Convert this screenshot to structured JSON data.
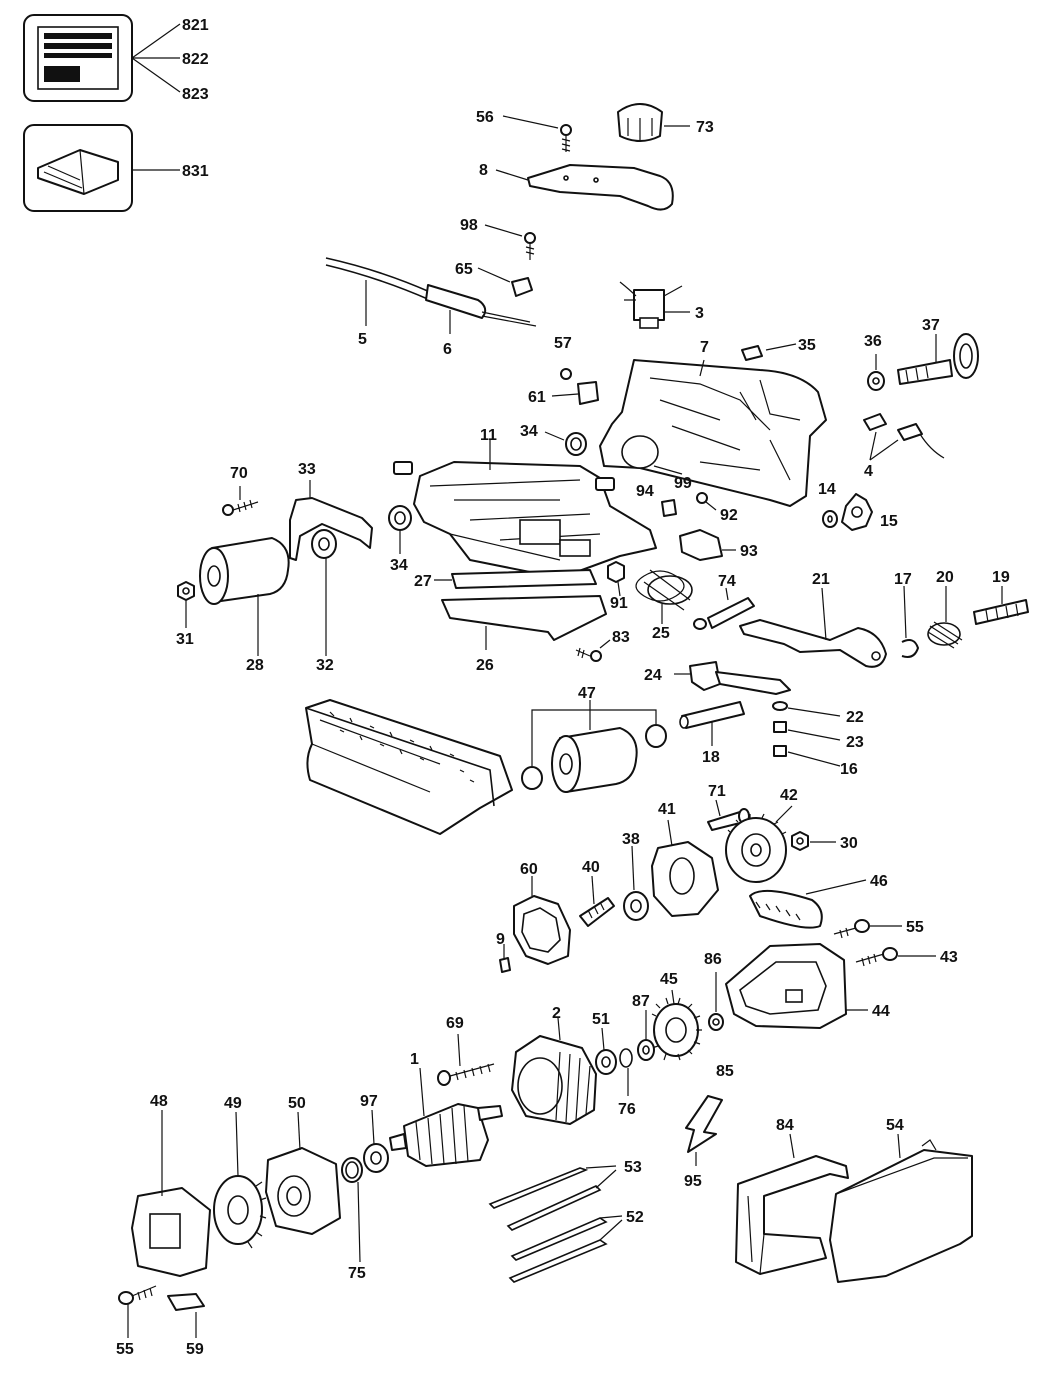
{
  "labels": {
    "p821": "821",
    "p822": "822",
    "p823": "823",
    "p831": "831",
    "p56": "56",
    "p73": "73",
    "p8": "8",
    "p98": "98",
    "p65": "65",
    "p5": "5",
    "p6": "6",
    "p3": "3",
    "p7": "7",
    "p35": "35",
    "p36": "36",
    "p37": "37",
    "p57": "57",
    "p61": "61",
    "p34a": "34",
    "p11": "11",
    "p4": "4",
    "p99": "99",
    "p94": "94",
    "p92": "92",
    "p14": "14",
    "p15": "15",
    "p93": "93",
    "p70": "70",
    "p33": "33",
    "p34b": "34",
    "p27": "27",
    "p91": "91",
    "p74": "74",
    "p21": "21",
    "p17": "17",
    "p20": "20",
    "p19": "19",
    "p31": "31",
    "p28": "28",
    "p32": "32",
    "p26": "26",
    "p83": "83",
    "p25": "25",
    "p24": "24",
    "p47": "47",
    "p22": "22",
    "p23": "23",
    "p18": "18",
    "p16": "16",
    "p71": "71",
    "p42": "42",
    "p41": "41",
    "p38": "38",
    "p30": "30",
    "p60": "60",
    "p40": "40",
    "p46": "46",
    "p55a": "55",
    "p9": "9",
    "p86": "86",
    "p43": "43",
    "p45": "45",
    "p87": "87",
    "p44": "44",
    "p69": "69",
    "p2": "2",
    "p51": "51",
    "p85": "85",
    "p1": "1",
    "p76": "76",
    "p48": "48",
    "p49": "49",
    "p50": "50",
    "p97": "97",
    "p84": "84",
    "p54": "54",
    "p53": "53",
    "p95": "95",
    "p52": "52",
    "p75": "75",
    "p55b": "55",
    "p59": "59"
  }
}
